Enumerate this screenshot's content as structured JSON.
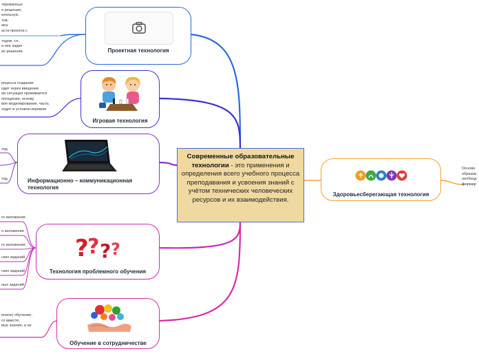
{
  "central": {
    "title": "Современные образовательные технологии",
    "body": " - это применения и определения всего учебного процесса преподавания и усвоения знаний с учётом технических человеческих ресурсов и их взаимодействия."
  },
  "nodes": {
    "project": {
      "title": "Проектная технология",
      "icon": "camera-icon",
      "color": "#2a6ad8"
    },
    "game": {
      "title": "Игровая технология",
      "icon": "children-chess-image",
      "color": "#3b2fd0"
    },
    "ict": {
      "title": "Информационно – коммуникационная технология",
      "icon": "laptop-image",
      "color": "#8a2fc8"
    },
    "problem": {
      "title": "Технология проблемного обучения",
      "icon": "question-marks-image",
      "color": "#c62ab8"
    },
    "coop": {
      "title": "Обучение в сотрудничестве",
      "icon": "handshake-image",
      "color": "#d62aa8"
    },
    "health": {
      "title": "Здоровьесберегающая технология",
      "icon": "health-icons",
      "color": "#f0a030"
    }
  },
  "notes": {
    "project": [
      "тированных",
      "е решения;",
      "ательную",
      "тов;",
      "ика;",
      "асти проекта с",
      "",
      "тодов, т.е.",
      "а нее задач",
      "их решения."
    ],
    "game": [
      "роцесса создание",
      "одит через введение",
      "ая ситуация проживается",
      "площении, основу",
      "вое моделирование, часть",
      "ходит в условно-игровом"
    ],
    "ict": [
      "тод",
      "",
      "",
      "",
      "тод"
    ],
    "problem": [
      "го изложения",
      "о изложения",
      "го изложения",
      "ских заданий",
      "ских заданий",
      "ных заданий"
    ],
    "coop": [
      "енное) обучение,",
      "от вместе,",
      "вые знания, а не"
    ],
    "health": [
      "Основн",
      "образов",
      "необход",
      "формир"
    ]
  }
}
